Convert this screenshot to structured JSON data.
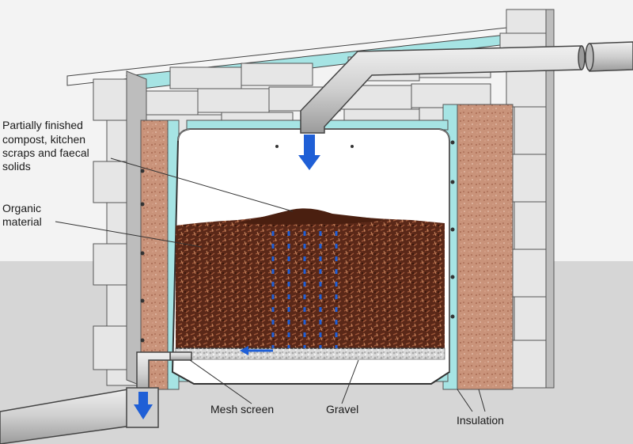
{
  "labels": {
    "compost_line1": "Partially finished",
    "compost_line2": "compost, kitchen",
    "compost_line3": "scraps and faecal",
    "compost_line4": "solids",
    "organic_line1": "Organic",
    "organic_line2": "material",
    "mesh": "Mesh screen",
    "gravel": "Gravel",
    "insulation": "Insulation"
  },
  "colors": {
    "background_top": "#f3f3f3",
    "ground": "#d6d6d6",
    "block": "#e6e6e6",
    "insulation_board": "#a6e4e4",
    "brick_fill": "#c9937a",
    "organic_material": "#5a2818",
    "pipe": "#d0d0d0",
    "flow_arrow": "#1f5fd6"
  },
  "icons": [
    "inlet-flow-arrow",
    "outlet-flow-arrow",
    "percolation-arrows",
    "drain-flow-arrow"
  ]
}
